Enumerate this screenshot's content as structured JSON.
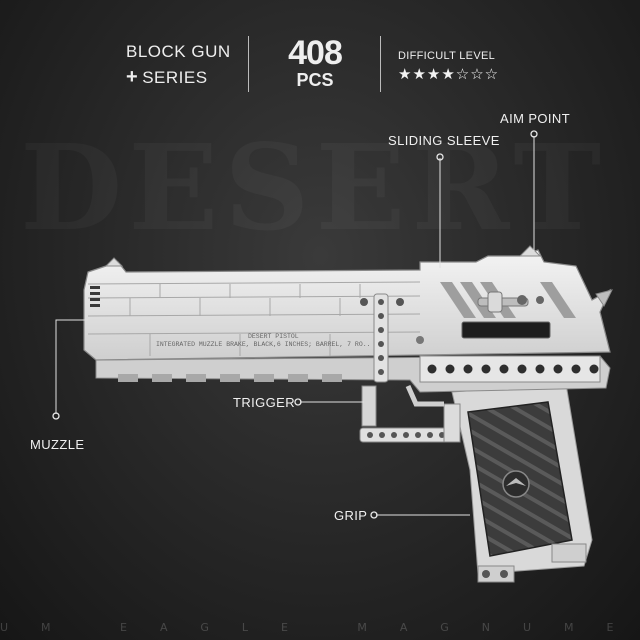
{
  "header": {
    "series_line1": "BLOCK GUN",
    "series_plus": "+",
    "series_line2": "SERIES",
    "piece_count": "408",
    "piece_label": "PCS",
    "difficulty_label": "DIFFICULT LEVEL",
    "difficulty_stars": "★★★★☆☆☆",
    "difficulty_filled": 4,
    "difficulty_total": 7
  },
  "background": {
    "watermark": "DESERT",
    "bottom_text": "UM EAGLE MAGNUME"
  },
  "callouts": {
    "aim_point": "AIM POINT",
    "sliding_sleeve": "SLIDING SLEEVE",
    "trigger": "TRIGGER",
    "muzzle": "MUZZLE",
    "grip": "GRIP"
  },
  "engraving": {
    "line1": "DESERT PISTOL",
    "line2": "INTEGRATED MUZZLE BRAKE, BLACK,6 INCHES; BARREL, 7 RO.."
  },
  "colors": {
    "background": "#262626",
    "brick_light": "#e4e4e4",
    "brick_shade": "#bdbdbd",
    "grip_panel": "#3a3a3a",
    "text": "#f0f0f0"
  }
}
